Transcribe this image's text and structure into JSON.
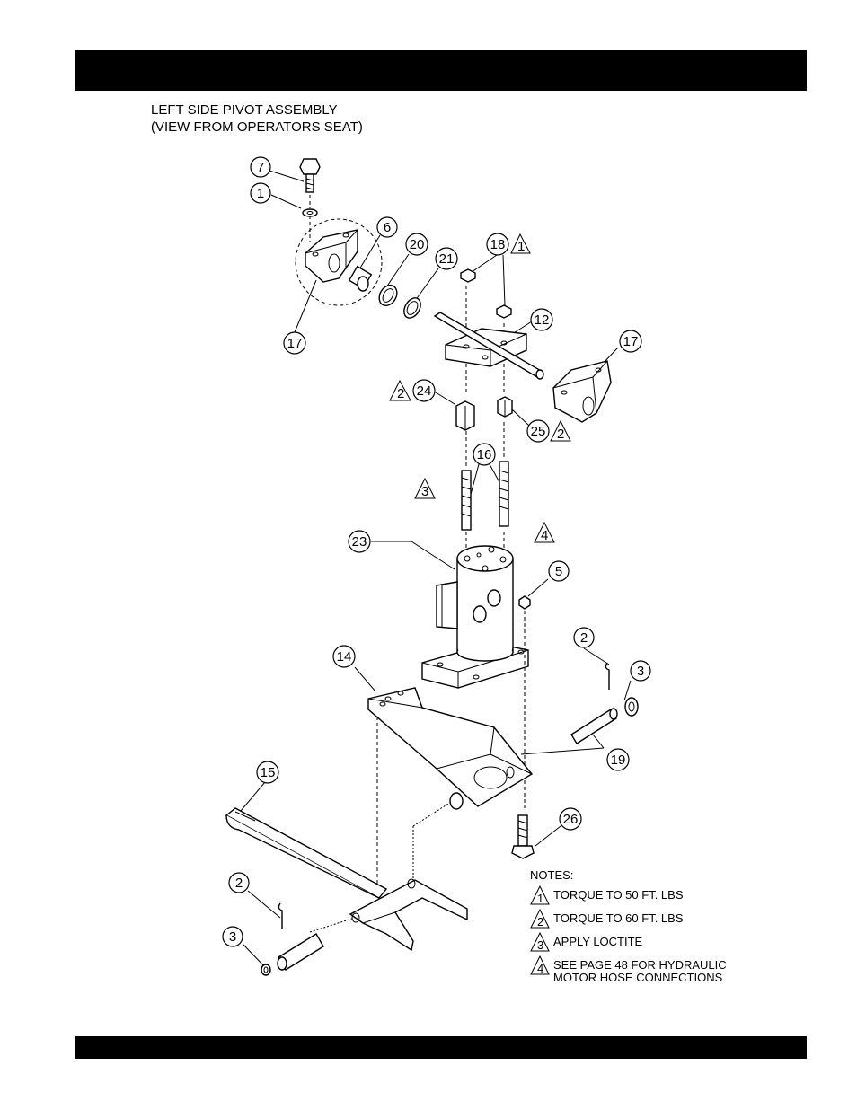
{
  "title": {
    "line1": "LEFT SIDE PIVOT ASSEMBLY",
    "line2": "(VIEW FROM OPERATORS SEAT)"
  },
  "callouts": {
    "c7": "7",
    "c1": "1",
    "c6": "6",
    "c20": "20",
    "c21": "21",
    "c18": "18",
    "c17a": "17",
    "c12": "12",
    "c17b": "17",
    "c24": "24",
    "c25": "25",
    "c16": "16",
    "c23": "23",
    "c5": "5",
    "c14": "14",
    "c2a": "2",
    "c3a": "3",
    "c19": "19",
    "c15": "15",
    "c26": "26",
    "c2b": "2",
    "c3b": "3"
  },
  "flags": {
    "f18": "1",
    "f24": "2",
    "f25": "2",
    "f16": "3",
    "f23": "4"
  },
  "notes": {
    "heading": "NOTES:",
    "items": [
      {
        "flag": "1",
        "text": "TORQUE TO 50 FT. LBS"
      },
      {
        "flag": "2",
        "text": "TORQUE TO 60 FT. LBS"
      },
      {
        "flag": "3",
        "text": "APPLY LOCTITE"
      },
      {
        "flag": "4",
        "text": "SEE PAGE 48 FOR HYDRAULIC",
        "text2": "MOTOR HOSE CONNECTIONS"
      }
    ]
  }
}
